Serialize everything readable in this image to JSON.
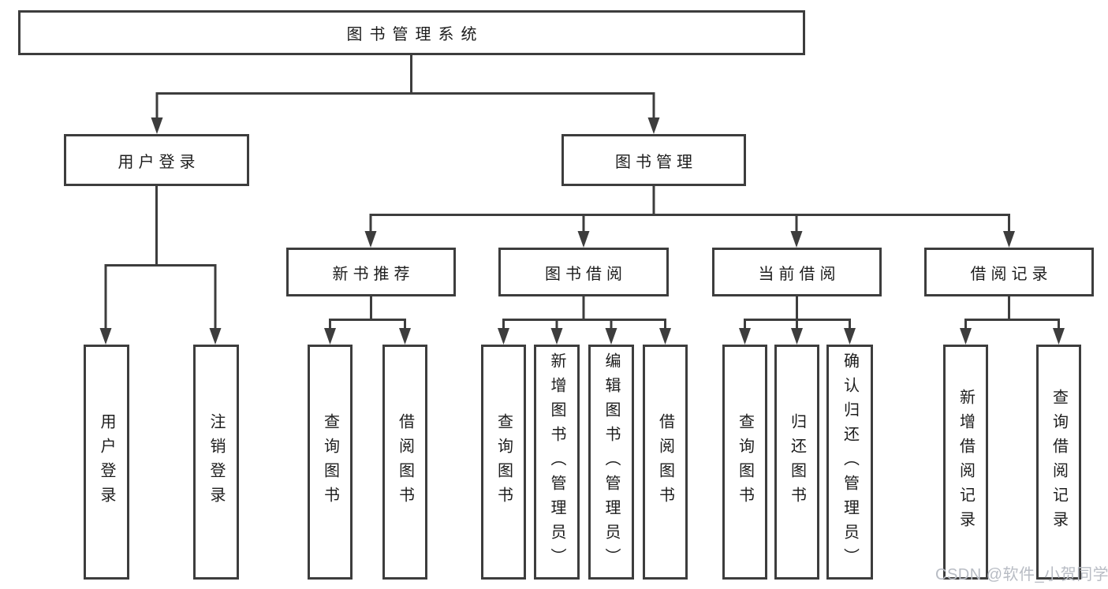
{
  "diagram": {
    "root": {
      "label": "图书管理系统",
      "children": [
        {
          "label": "用户登录",
          "children": [
            {
              "label": "用户登录"
            },
            {
              "label": "注销登录"
            }
          ]
        },
        {
          "label": "图书管理",
          "children": [
            {
              "label": "新书推荐",
              "children": [
                {
                  "label": "查询图书"
                },
                {
                  "label": "借阅图书"
                }
              ]
            },
            {
              "label": "图书借阅",
              "children": [
                {
                  "label": "查询图书"
                },
                {
                  "label": "新增图书（管理员）"
                },
                {
                  "label": "编辑图书（管理员）"
                },
                {
                  "label": "借阅图书"
                }
              ]
            },
            {
              "label": "当前借阅",
              "children": [
                {
                  "label": "查询图书"
                },
                {
                  "label": "归还图书"
                },
                {
                  "label": "确认归还（管理员）"
                }
              ]
            },
            {
              "label": "借阅记录",
              "children": [
                {
                  "label": "新增借阅记录"
                },
                {
                  "label": "查询借阅记录"
                }
              ]
            }
          ]
        }
      ]
    }
  },
  "watermark": {
    "text": "CSDN @软件_小贺同学"
  },
  "colors": {
    "background": "#ffffff",
    "line": "#3d3d3d",
    "box_border": "#3d3d3d",
    "text": "#1d1d1d",
    "watermark": "#b8bcc4"
  }
}
